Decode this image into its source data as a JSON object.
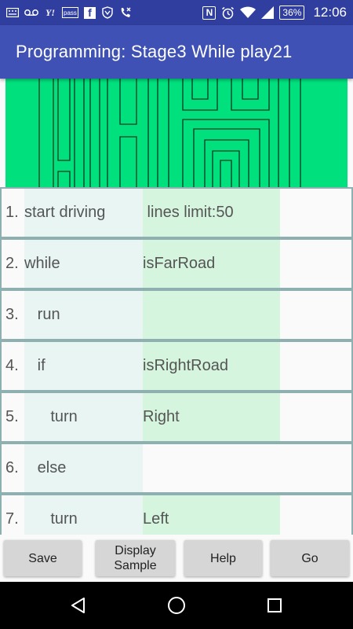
{
  "status_bar": {
    "icons_left": [
      "mail-icon",
      "voicemail-icon",
      "yahoo-icon",
      "pass-icon",
      "facebook-icon",
      "shield-icon",
      "missed-call-icon"
    ],
    "yahoo_text": "Y!",
    "pass_text": "pass",
    "facebook_text": "f",
    "nfc_text": "N",
    "battery": "36%",
    "time": "12:06"
  },
  "app_bar": {
    "title": "Programming: Stage3 While play21"
  },
  "colors": {
    "primary": "#3f51b5",
    "primary_dark": "#303f9f",
    "maze_green": "#00e17e",
    "cell_command": "#e8f5f3",
    "cell_argument": "#d6f5de",
    "row_border": "#8fb0b0",
    "button": "#d6d6d6"
  },
  "program": {
    "rows": [
      {
        "num": "1.",
        "command": "start driving",
        "argument": " lines limit:50"
      },
      {
        "num": "2.",
        "command": "while",
        "argument": "isFarRoad"
      },
      {
        "num": "3.",
        "command": "   run",
        "argument": ""
      },
      {
        "num": "4.",
        "command": "   if",
        "argument": "isRightRoad"
      },
      {
        "num": "5.",
        "command": "      turn",
        "argument": "Right"
      },
      {
        "num": "6.",
        "command": "   else",
        "argument": ""
      },
      {
        "num": "7.",
        "command": "      turn",
        "argument": "Left"
      }
    ]
  },
  "buttons": {
    "save": "Save",
    "display_sample_line1": "Display",
    "display_sample_line2": "Sample",
    "help": "Help",
    "go": "Go"
  },
  "nav": {
    "icons": [
      "back-icon",
      "home-icon",
      "recents-icon"
    ]
  }
}
